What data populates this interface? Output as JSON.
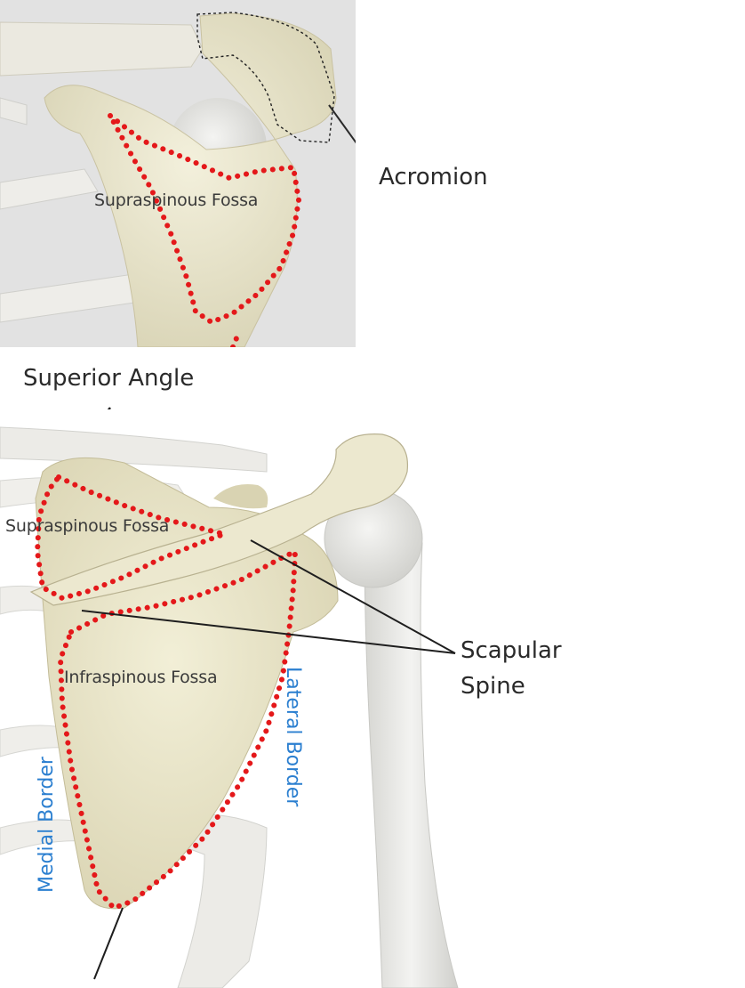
{
  "top_figure": {
    "labels": {
      "acromion": "Acromion",
      "supraspinous_fossa": "Supraspinous Fossa"
    }
  },
  "bottom_figure": {
    "labels": {
      "superior_angle": "Superior Angle",
      "supraspinous_fossa": "Supraspinous Fossa",
      "infraspinous_fossa": "Infraspinous Fossa",
      "scapular_spine_line1": "Scapular",
      "scapular_spine_line2": "Spine",
      "lateral_border": "Lateral Border",
      "medial_border": "Medial Border"
    }
  },
  "colors": {
    "outline_dots": "#e4181a",
    "bone": "#e9e5cc",
    "border_label": "#2b7fd0",
    "background_gray": "#e2e2e2"
  }
}
